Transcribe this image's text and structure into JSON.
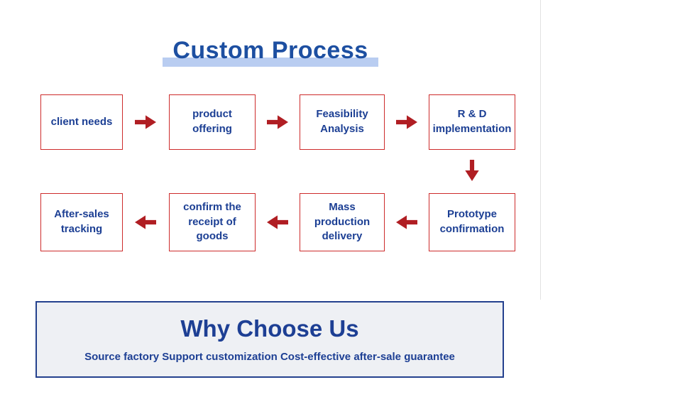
{
  "title": "Custom Process",
  "flow": {
    "row1": [
      {
        "label": "client needs"
      },
      {
        "label": "product\noffering"
      },
      {
        "label": "Feasibility\nAnalysis"
      },
      {
        "label": "R & D\nimplementation"
      }
    ],
    "row2": [
      {
        "label": "Prototype\nconfirmation"
      },
      {
        "label": "Mass\nproduction\ndelivery"
      },
      {
        "label": "confirm the\nreceipt of\ngoods"
      },
      {
        "label": "After-sales\ntracking"
      }
    ]
  },
  "why_choose_us": {
    "title": "Why Choose Us",
    "subtitle": "Source factory Support customization Cost-effective after-sale guarantee"
  },
  "colors": {
    "heading_blue": "#1d4fa1",
    "box_text_blue": "#1c3f94",
    "box_border_red": "#cd2b2b",
    "arrow_red": "#b01e23",
    "title_highlight_blue": "#b9cdf1",
    "panel_background": "#eef0f4",
    "panel_border_blue": "#24418e"
  }
}
